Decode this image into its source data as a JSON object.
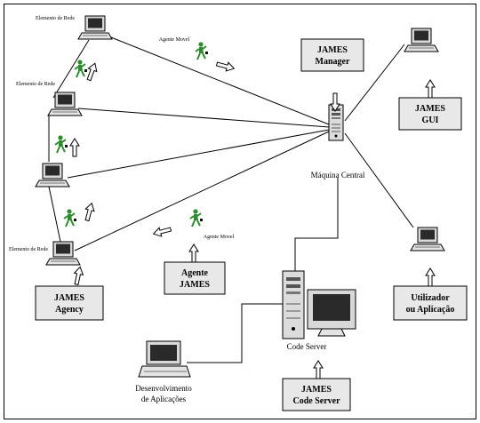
{
  "labels": {
    "elemento_de_rede": "Elemento de Rede",
    "agente_movel_top": "Agente Movel",
    "agente_movel_bottom": "Agente Movel",
    "maquina_central": "Máquina Central",
    "code_server": "Code Server",
    "desenvolvimento_1": "Desenvolvimento",
    "desenvolvimento_2": "de Aplicações"
  },
  "boxes": {
    "manager": [
      "JAMES",
      "Manager"
    ],
    "gui": [
      "JAMES",
      "GUI"
    ],
    "agency": [
      "JAMES",
      "Agency"
    ],
    "agente": [
      "Agente",
      "JAMES"
    ],
    "code_server": [
      "JAMES",
      "Code Server"
    ],
    "utilizador": [
      "Utilizador",
      "ou Aplicação"
    ]
  },
  "colors": {
    "box_fill": "#e8e8e8",
    "agent_green": "#2e8b2e",
    "line": "#000000"
  }
}
